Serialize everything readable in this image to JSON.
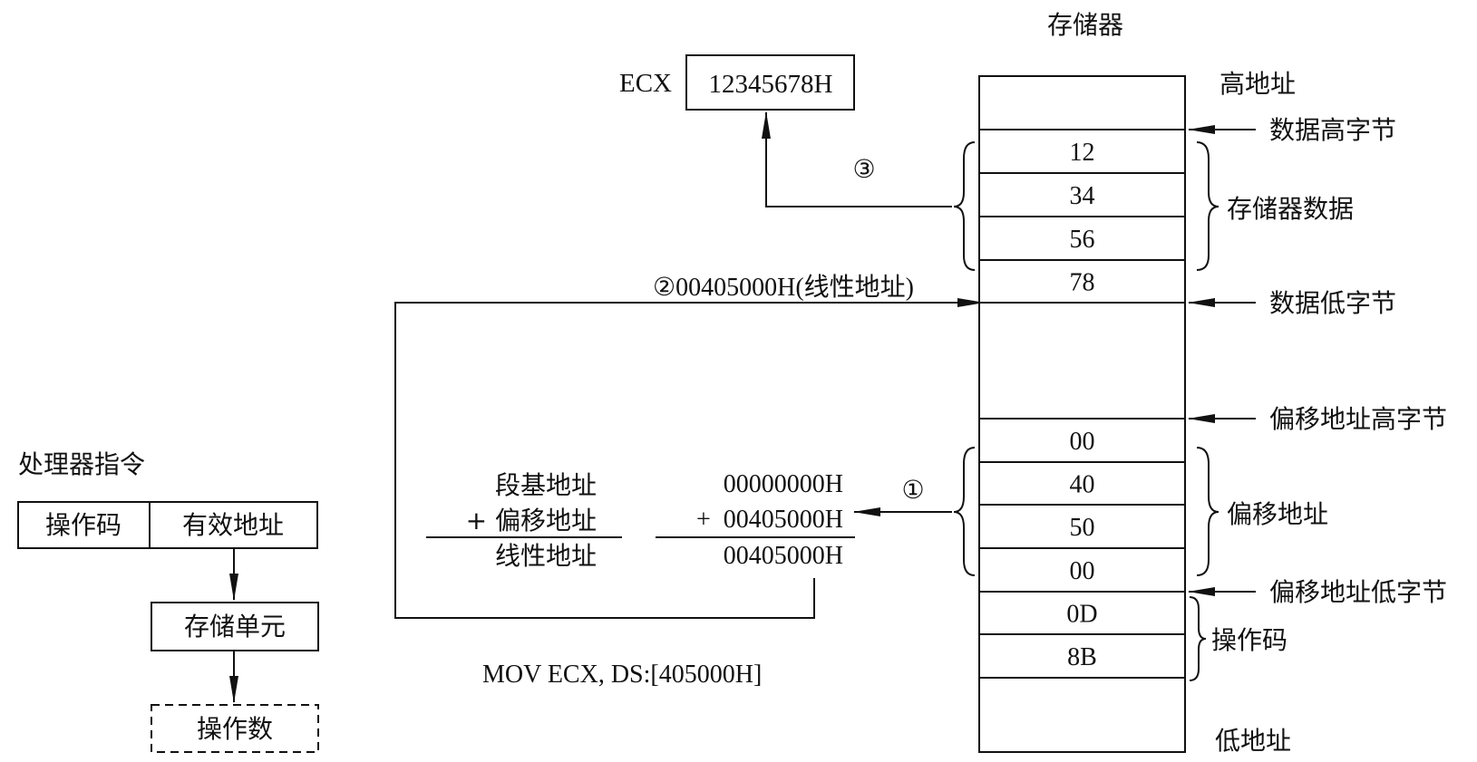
{
  "left_flow": {
    "title": "处理器指令",
    "instruction_fields": [
      "操作码",
      "有效地址"
    ],
    "storage_unit": "存储单元",
    "operand": "操作数"
  },
  "register": {
    "name": "ECX",
    "value": "12345678H"
  },
  "steps": {
    "step1": "①",
    "step2": "②00405000H(线性地址)",
    "step3": "③"
  },
  "address_calc": {
    "labels": [
      "段基地址",
      "+ 偏移地址",
      "线性地址"
    ],
    "values": [
      "00000000H",
      "+  00405000H",
      "00405000H"
    ]
  },
  "instruction": "MOV ECX, DS:[405000H]",
  "memory": {
    "title": "存储器",
    "high_label": "高地址",
    "low_label": "低地址",
    "cells": [
      "",
      "12",
      "34",
      "56",
      "78",
      "",
      "00",
      "40",
      "50",
      "00",
      "0D",
      "8B",
      ""
    ],
    "pointers": [
      "数据高字节",
      "数据低字节",
      "偏移地址高字节",
      "偏移地址低字节"
    ],
    "groups": [
      "存储器数据",
      "偏移地址",
      "操作码"
    ]
  }
}
